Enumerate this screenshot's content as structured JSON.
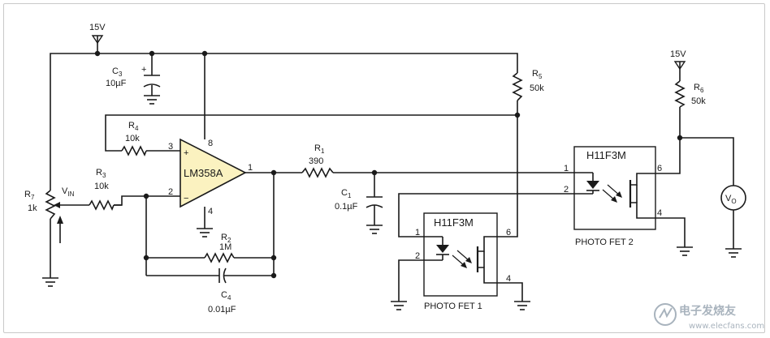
{
  "supply": {
    "left": "15V",
    "right": "15V"
  },
  "opamp": {
    "name": "LM358A",
    "pin_plus": "+",
    "pin_minus": "−",
    "pins": {
      "p1": "1",
      "p2": "2",
      "p3": "3",
      "p4": "4",
      "p8": "8"
    }
  },
  "components": {
    "C3": {
      "ref": "C",
      "sub": "3",
      "value": "10µF",
      "polarity": "+"
    },
    "R4": {
      "ref": "R",
      "sub": "4",
      "value": "10k"
    },
    "R3": {
      "ref": "R",
      "sub": "3",
      "value": "10k"
    },
    "R7": {
      "ref": "R",
      "sub": "7",
      "value": "1k"
    },
    "VIN": {
      "ref": "V",
      "sub": "IN"
    },
    "R2": {
      "ref": "R",
      "sub": "2",
      "value": "1M"
    },
    "C4": {
      "ref": "C",
      "sub": "4",
      "value": "0.01µF"
    },
    "R1": {
      "ref": "R",
      "sub": "1",
      "value": "390"
    },
    "C1": {
      "ref": "C",
      "sub": "1",
      "value": "0.1µF"
    },
    "R5": {
      "ref": "R",
      "sub": "5",
      "value": "50k"
    },
    "R6": {
      "ref": "R",
      "sub": "6",
      "value": "50k"
    },
    "VO": {
      "ref": "V",
      "sub": "O"
    }
  },
  "fet1": {
    "part": "H11F3M",
    "label": "PHOTO FET 1",
    "pins": {
      "p1": "1",
      "p2": "2",
      "p4": "4",
      "p6": "6"
    }
  },
  "fet2": {
    "part": "H11F3M",
    "label": "PHOTO FET 2",
    "pins": {
      "p1": "1",
      "p2": "2",
      "p4": "4",
      "p6": "6"
    }
  },
  "colors": {
    "opamp_fill": "#fbf2c0",
    "wire": "#1a1a1a"
  },
  "watermark": {
    "brand": "电子发烧友",
    "url": "www.elecfans.com"
  }
}
